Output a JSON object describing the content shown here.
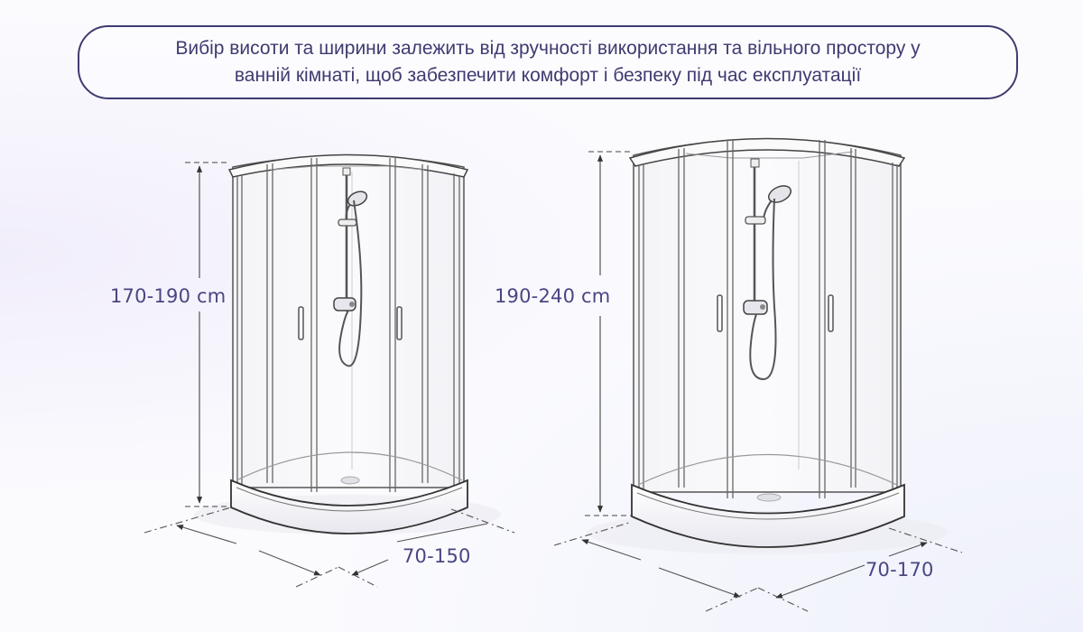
{
  "banner": {
    "line1": "Вибір висоти та ширини залежить від зручності використання та вільного простору у",
    "line2": "ванній кімнаті, щоб забезпечити комфорт і безпеку під час експлуатації"
  },
  "left_cabin": {
    "height_label": "170-190 cm",
    "width_label": "70-150"
  },
  "right_cabin": {
    "height_label": "190-240 cm",
    "width_label": "70-170"
  },
  "colors": {
    "accent": "#3e3b70",
    "label": "#4a4682",
    "line": "#555555"
  }
}
